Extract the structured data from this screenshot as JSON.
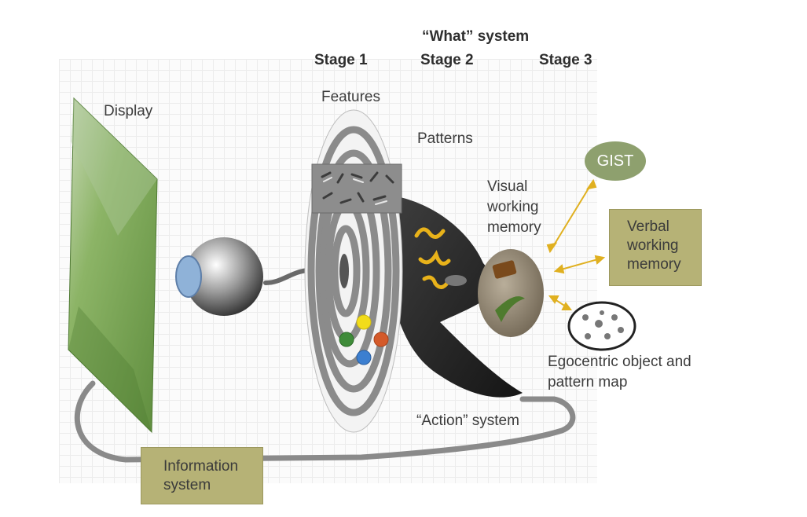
{
  "header": {
    "what_system": "“What” system",
    "stage1": "Stage 1",
    "stage2": "Stage 2",
    "stage3": "Stage 3"
  },
  "labels": {
    "display": "Display",
    "features": "Features",
    "patterns": "Patterns",
    "visual_wm_1": "Visual",
    "visual_wm_2": "working",
    "visual_wm_3": "memory",
    "egocentric_1": "Egocentric object and",
    "egocentric_2": "pattern map",
    "action_system": "“Action” system"
  },
  "boxes": {
    "gist": "GIST",
    "verbal_1": "Verbal",
    "verbal_2": "working",
    "verbal_3": "memory",
    "info_1": "Information",
    "info_2": "system"
  },
  "colors": {
    "display_green": "#7fa55a",
    "box_olive": "#b6b276",
    "gist_green": "#8ea06e",
    "arrow_gold": "#e0b020",
    "pathway_dark": "#2b2b2b",
    "feature_dots": [
      "#f2dc1a",
      "#3f8c3a",
      "#d45a2a",
      "#3c7fd0"
    ]
  }
}
